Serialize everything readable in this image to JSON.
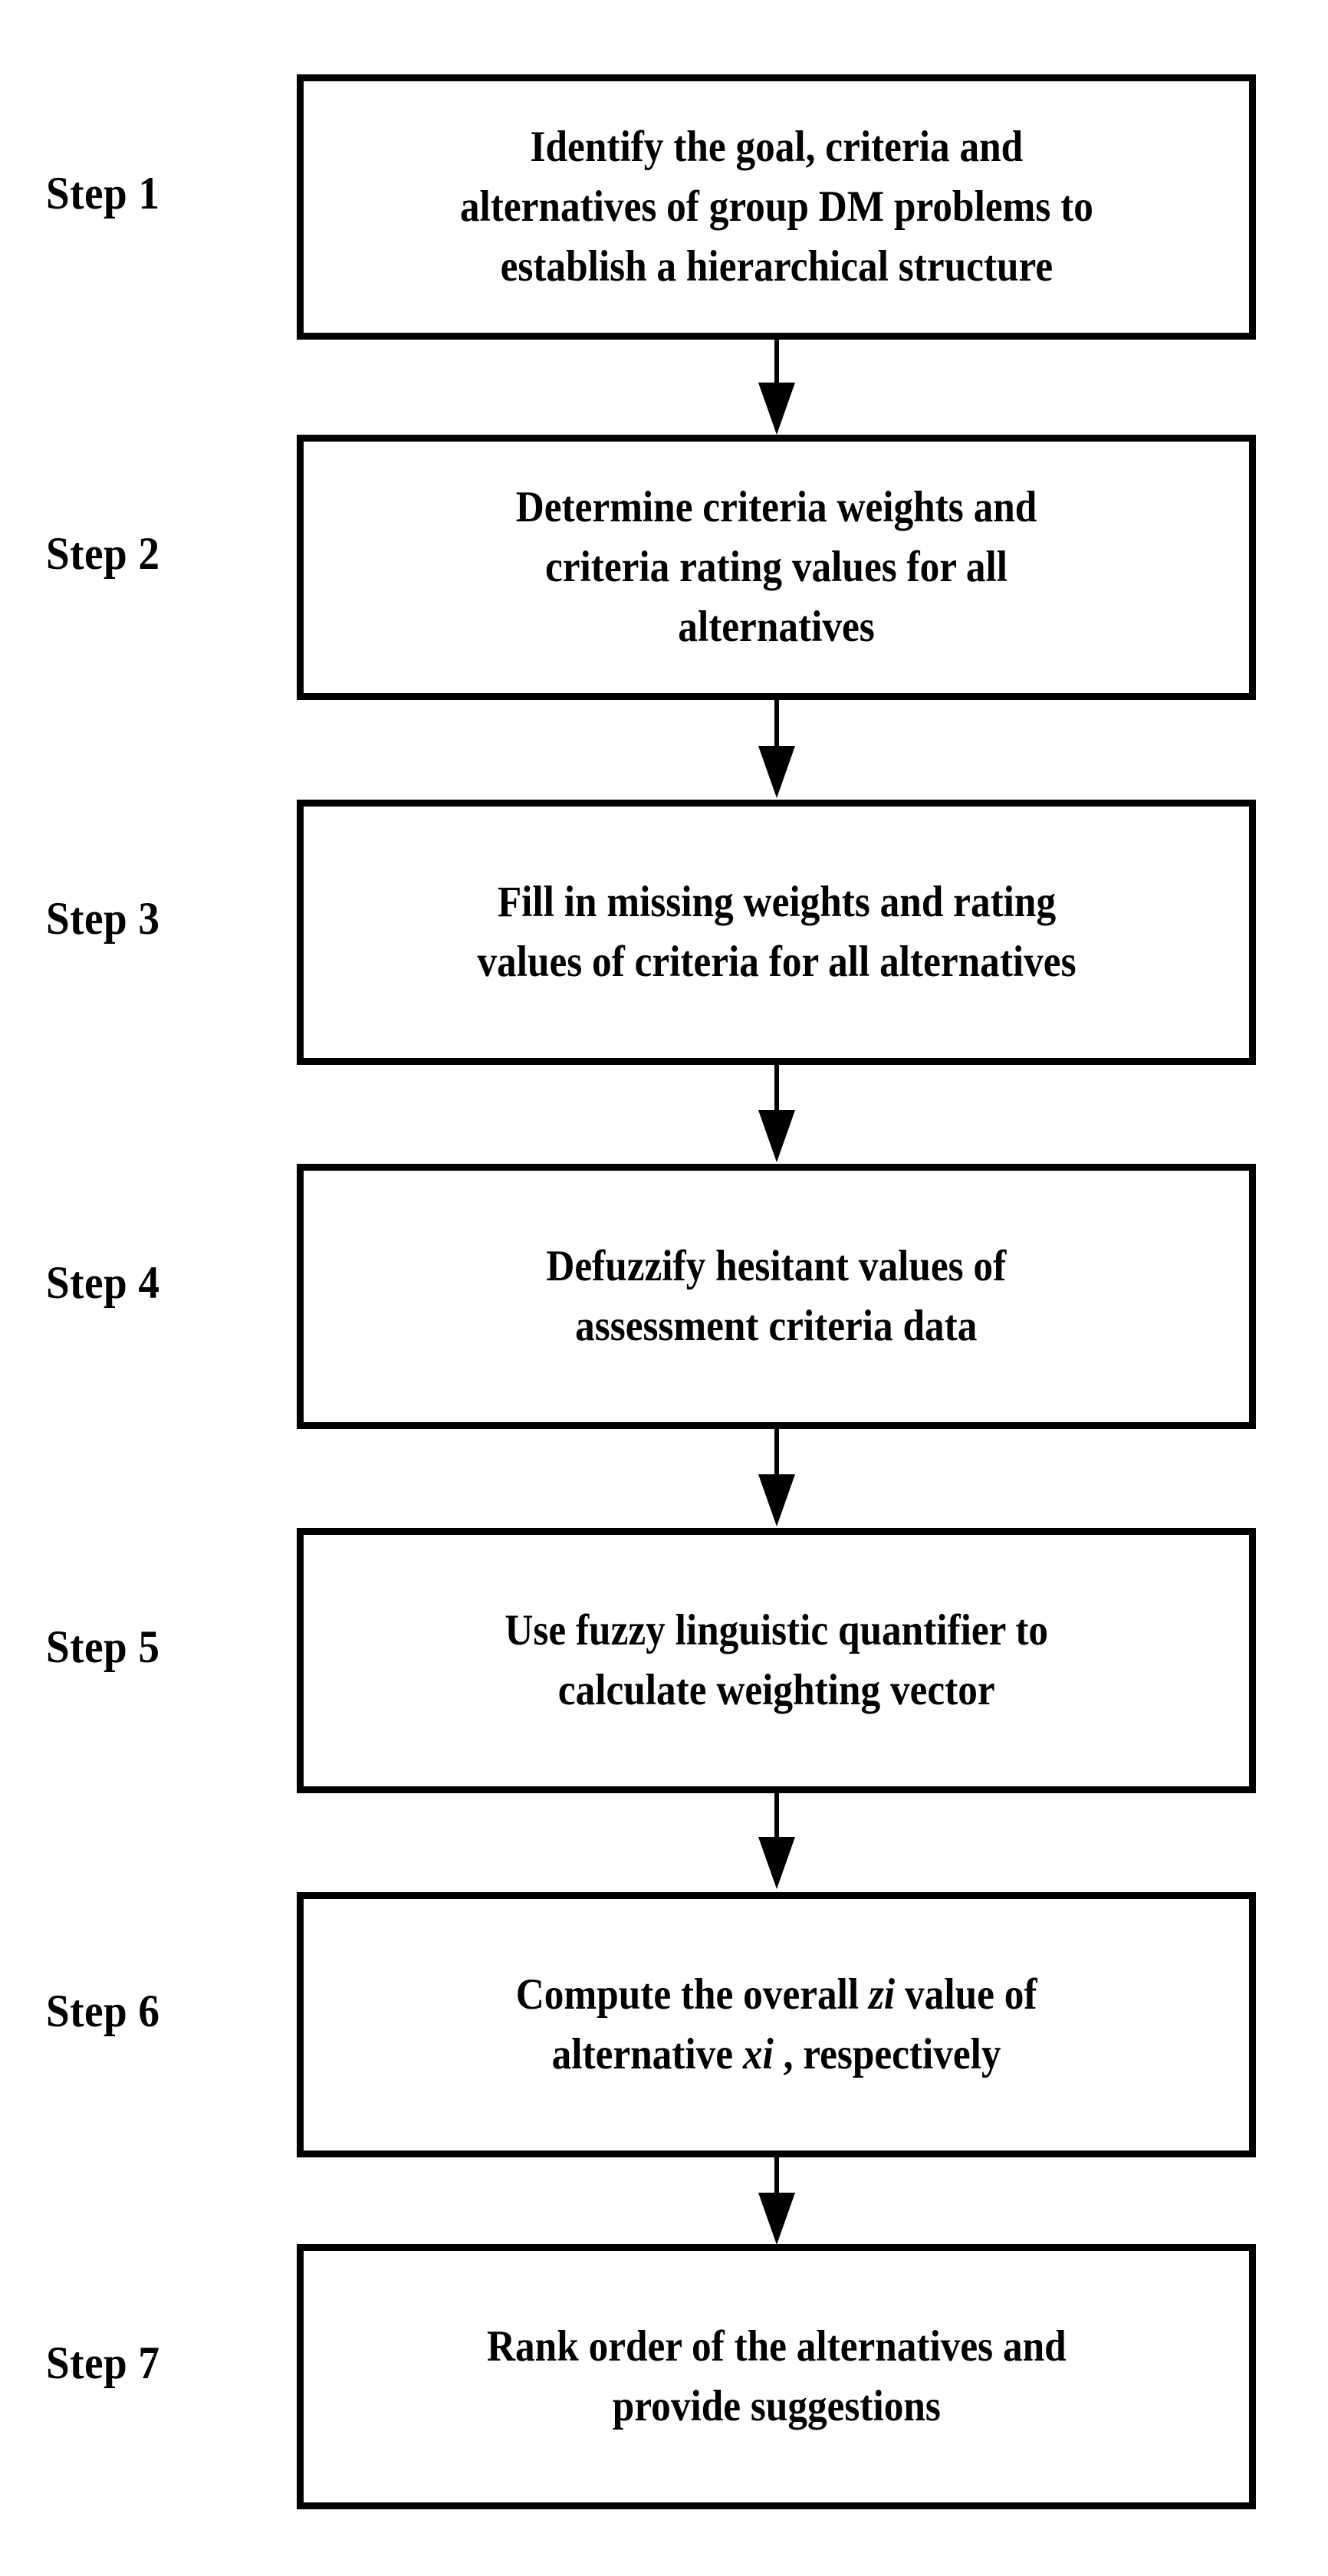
{
  "diagram": {
    "title": "Seven-step group decision making procedure flowchart",
    "orientation": "vertical",
    "arrow_color": "#000000",
    "box_border_color": "#000000",
    "box_fill_color": "#ffffff",
    "text_color": "#000000"
  },
  "steps": [
    {
      "label": "Step 1",
      "text": "Identify the goal, criteria and alternatives of group DM problems to establish a hierarchical structure",
      "lines": [
        "Identify the goal, criteria and",
        "alternatives of group DM problems to",
        "establish a hierarchical structure"
      ]
    },
    {
      "label": "Step 2",
      "text": "Determine criteria weights and criteria rating values for all alternatives",
      "lines": [
        "Determine criteria weights and",
        "criteria rating values for all",
        "alternatives"
      ]
    },
    {
      "label": "Step 3",
      "text": "Fill in missing weights and rating values of criteria for all alternatives",
      "lines": [
        "Fill in missing weights and rating",
        "values of criteria for all alternatives"
      ]
    },
    {
      "label": "Step 4",
      "text": "Defuzzify hesitant values of assessment criteria data",
      "lines": [
        "Defuzzify hesitant values of",
        "assessment criteria data"
      ]
    },
    {
      "label": "Step 5",
      "text": "Use fuzzy linguistic quantifier to calculate weighting vector",
      "lines": [
        "Use fuzzy linguistic quantifier to",
        "calculate weighting vector"
      ]
    },
    {
      "label": "Step 6",
      "text": "Compute the overall zi value of alternative xi , respectively",
      "line1_pre": "Compute the overall ",
      "line1_var": "zi",
      "line1_post": " value of",
      "line2_pre": "alternative ",
      "line2_var": "xi",
      "line2_post": " , respectively"
    },
    {
      "label": "Step 7",
      "text": "Rank order of the alternatives and provide suggestions",
      "lines": [
        "Rank order of the alternatives and",
        "provide suggestions"
      ]
    }
  ],
  "connectors": [
    {
      "from": "Step 1",
      "to": "Step 2"
    },
    {
      "from": "Step 2",
      "to": "Step 3"
    },
    {
      "from": "Step 3",
      "to": "Step 4"
    },
    {
      "from": "Step 4",
      "to": "Step 5"
    },
    {
      "from": "Step 5",
      "to": "Step 6"
    },
    {
      "from": "Step 6",
      "to": "Step 7"
    }
  ]
}
